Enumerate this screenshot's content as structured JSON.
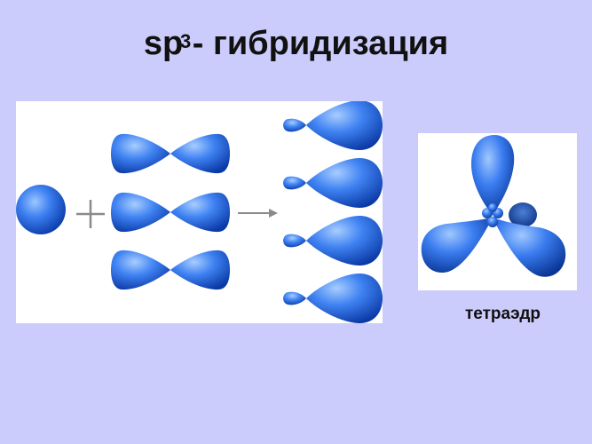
{
  "title": {
    "main_before": "sp",
    "superscript": "3",
    "main_after": "- гибридизация"
  },
  "caption": "тетраэдр",
  "colors": {
    "background": "#ccccfc",
    "orbital_light": "#6aa6ff",
    "orbital_dark": "#0a3aa8",
    "operator": "#8a8a8a"
  },
  "icons": [
    "plus-icon",
    "arrow-right-icon"
  ]
}
